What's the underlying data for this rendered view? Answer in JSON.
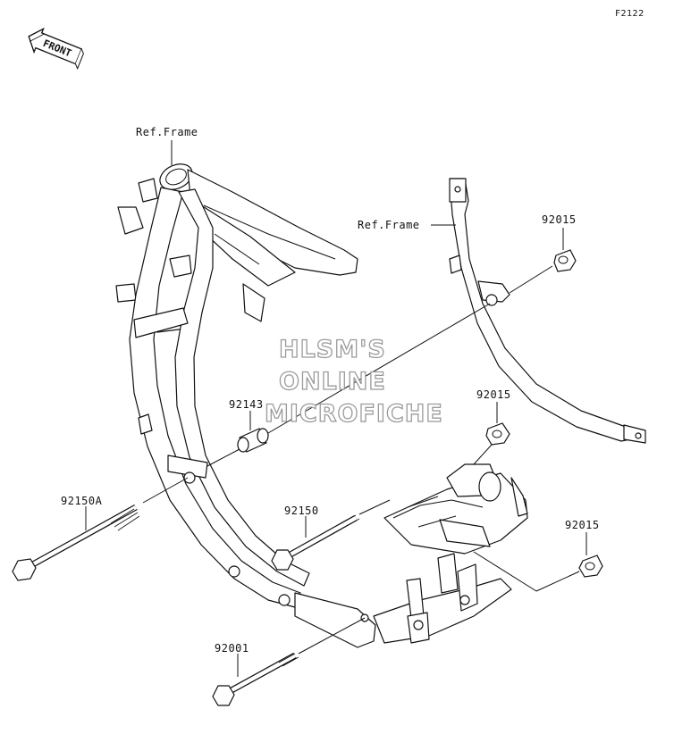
{
  "page_code": "F2122",
  "front_badge": "FRONT",
  "ref_labels": [
    "Ref.Frame",
    "Ref.Frame"
  ],
  "watermark": [
    "HLSM'S",
    "ONLINE",
    "MICROFICHE"
  ],
  "parts": {
    "bolt_front_long": "92150A",
    "bolt_middle": "92150",
    "bolt_lower": "92001",
    "collar": "92143",
    "nut_top": "92015",
    "nut_middle": "92015",
    "nut_lower": "92015"
  }
}
